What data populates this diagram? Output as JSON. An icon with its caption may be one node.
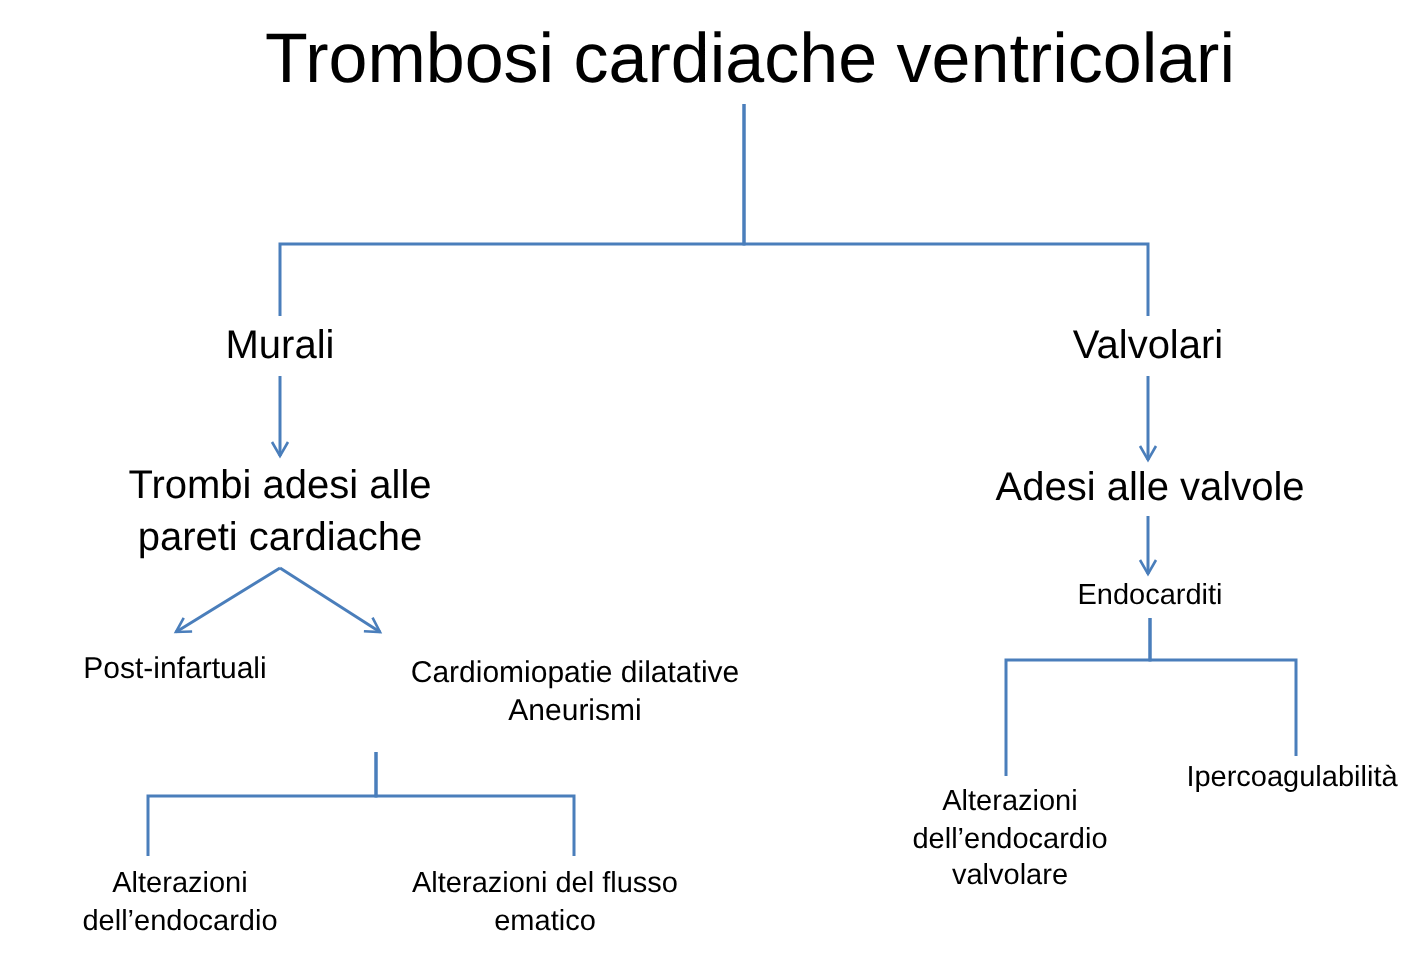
{
  "diagram": {
    "nodes": [
      {
        "text": [
          "Trombosi cardiache ventricolari"
        ]
      },
      {
        "text": [
          "Murali"
        ]
      },
      {
        "text": [
          "Trombi adesi alle pareti cardiache"
        ]
      },
      {
        "text": [
          "Post-infartuali"
        ]
      },
      {
        "text": [
          "Cardiomiopatie dilatative Aneurismi"
        ]
      },
      {
        "text": [
          "Alterazioni dell’endocardio"
        ]
      },
      {
        "text": [
          "Alterazioni del flusso ematico"
        ]
      },
      {
        "text": [
          "Valvolari"
        ]
      },
      {
        "text": [
          "Adesi alle valvole"
        ]
      },
      {
        "text": [
          "Endocarditi"
        ]
      },
      {
        "text": [
          "Alterazioni dell’endocardio valvolare"
        ]
      },
      {
        "text": [
          "Ipercoagulabilità"
        ]
      }
    ],
    "edges": [
      {
        "from": 0,
        "to": 1,
        "arrow": "none"
      },
      {
        "from": 0,
        "to": 7,
        "arrow": "none"
      },
      {
        "from": 1,
        "to": 2,
        "arrow": "to"
      },
      {
        "from": 2,
        "to": 3,
        "arrow": "to"
      },
      {
        "from": 2,
        "to": 4,
        "arrow": "to"
      },
      {
        "from": 4,
        "to": 5,
        "arrow": "none"
      },
      {
        "from": 4,
        "to": 6,
        "arrow": "none"
      },
      {
        "from": 7,
        "to": 8,
        "arrow": "to"
      },
      {
        "from": 8,
        "to": 9,
        "arrow": "to"
      },
      {
        "from": 9,
        "to": 10,
        "arrow": "none"
      },
      {
        "from": 9,
        "to": 11,
        "arrow": "none"
      }
    ]
  }
}
